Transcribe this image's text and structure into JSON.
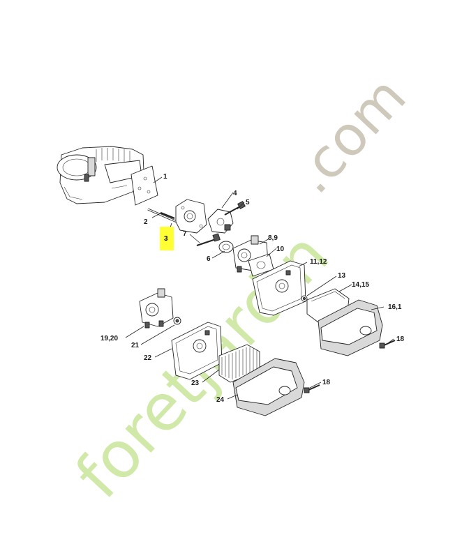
{
  "watermark": {
    "brand": "foretjardin",
    "domain": ".com",
    "primary_color": "#c8e59a",
    "secondary_color": "#c9c3b4"
  },
  "highlight_color": "#ffff33",
  "parts": [
    {
      "id": "p1",
      "label": "1"
    },
    {
      "id": "p2",
      "label": "2"
    },
    {
      "id": "p3",
      "label": "3",
      "highlighted": true
    },
    {
      "id": "p4",
      "label": "4"
    },
    {
      "id": "p5",
      "label": "5"
    },
    {
      "id": "p6",
      "label": "6"
    },
    {
      "id": "p7",
      "label": "7"
    },
    {
      "id": "p8",
      "label": "8,9"
    },
    {
      "id": "p10",
      "label": "10"
    },
    {
      "id": "p11",
      "label": "11,12"
    },
    {
      "id": "p13",
      "label": "13"
    },
    {
      "id": "p14",
      "label": "14,15"
    },
    {
      "id": "p16",
      "label": "16,1"
    },
    {
      "id": "p18a",
      "label": "18"
    },
    {
      "id": "p18b",
      "label": "18"
    },
    {
      "id": "p19",
      "label": "19,20"
    },
    {
      "id": "p21",
      "label": "21"
    },
    {
      "id": "p22",
      "label": "22"
    },
    {
      "id": "p23",
      "label": "23"
    },
    {
      "id": "p24",
      "label": "24"
    }
  ]
}
